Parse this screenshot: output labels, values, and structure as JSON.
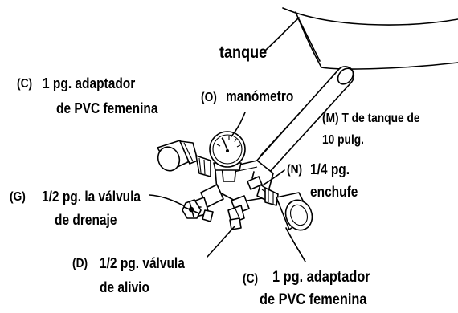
{
  "labels": {
    "tank": "tanque",
    "adapter_top_code": "(C)",
    "adapter_top_line1": "1 pg. adaptador",
    "adapter_top_line2": "de PVC femenina",
    "gauge_code": "(O)",
    "gauge_name": "manómetro",
    "tee_line1": "(M) T de tanque de",
    "tee_line2": "10 pulg.",
    "plug_code": "(N)",
    "plug_line1": "1/4 pg.",
    "plug_line2": "enchufe",
    "drain_code": "(G)",
    "drain_line1": "1/2 pg. la válvula",
    "drain_line2": "de drenaje",
    "relief_code": "(D)",
    "relief_line1": "1/2 pg. válvula",
    "relief_line2": "de alivio",
    "adapter_bottom_code": "(C)",
    "adapter_bottom_line1": "1 pg. adaptador",
    "adapter_bottom_line2": "de PVC femenina"
  }
}
